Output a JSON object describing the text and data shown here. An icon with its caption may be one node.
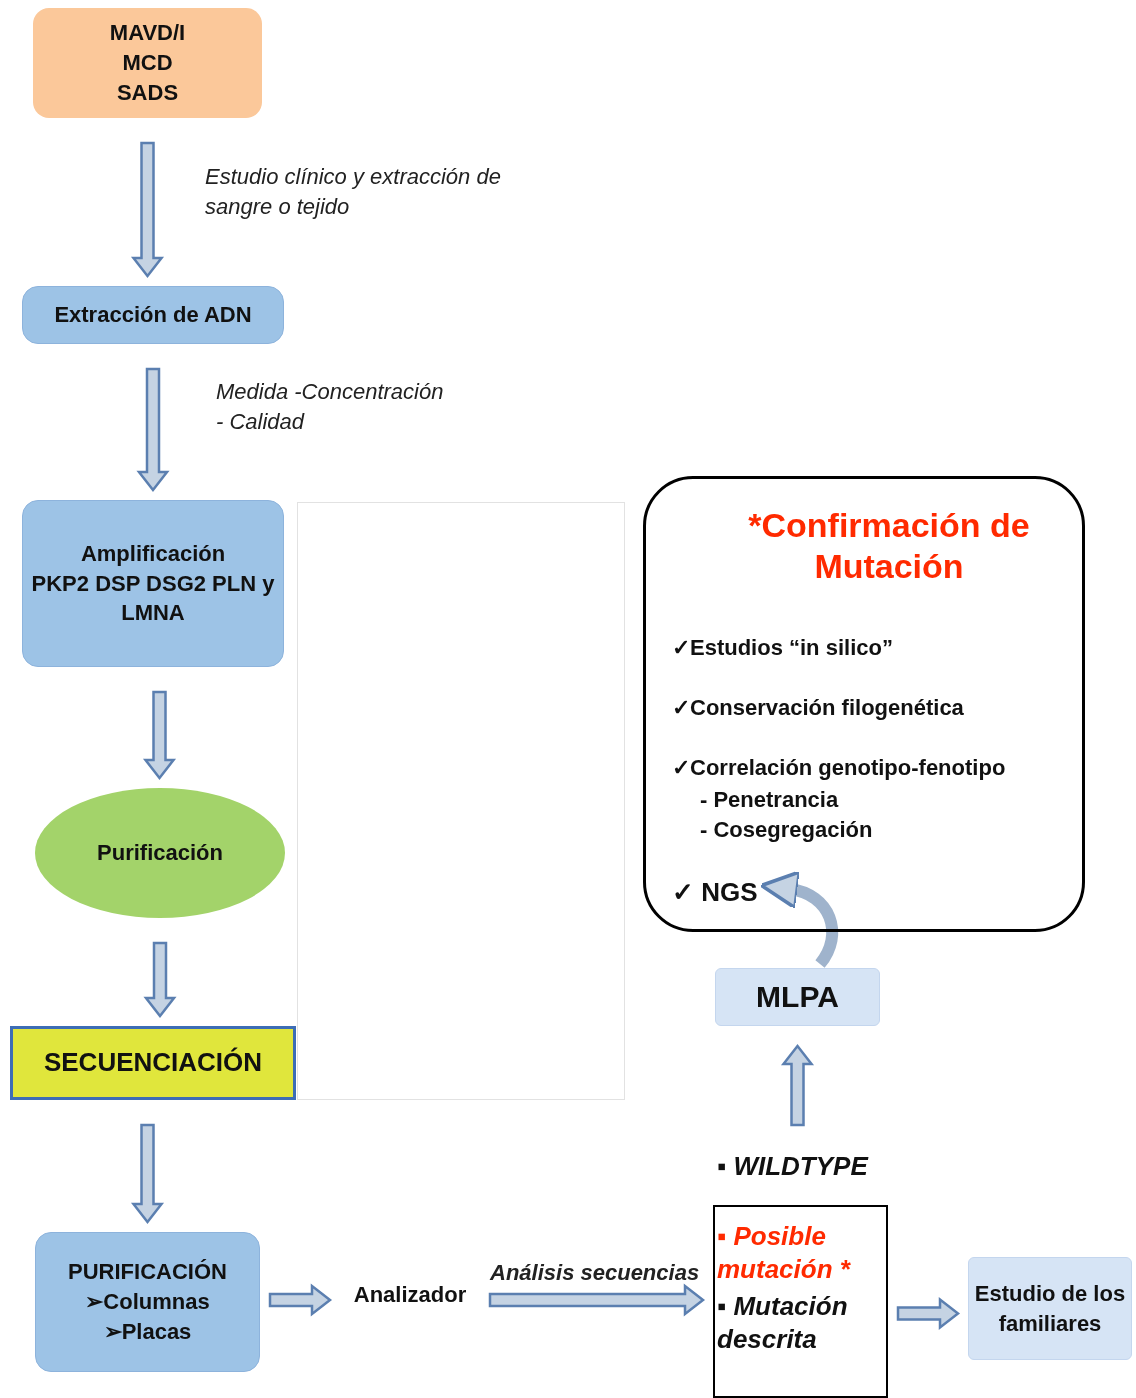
{
  "diagram": {
    "nodes": [
      {
        "text": [
          "MAVD/I MCD SADS"
        ]
      },
      {
        "text": [
          "Extracción de ADN"
        ]
      },
      {
        "text": [
          "Amplificación",
          "PKP2 DSP DSG2 PLN y LMNA"
        ]
      },
      {
        "text": [
          "Purificación"
        ]
      },
      {
        "text": [
          "SECUENCIACIÓN"
        ]
      },
      {
        "text": [
          "PURIFICACIÓN",
          "➢Columnas",
          "➢Placas"
        ]
      },
      {
        "text": [
          "Analizador"
        ]
      },
      {
        "text": [
          "▪ WILDTYPE",
          "▪ Posible mutación *",
          "▪ Mutación descrita"
        ]
      },
      {
        "text": [
          "MLPA"
        ]
      },
      {
        "text": [
          "*Confirmación de Mutación",
          "✓Estudios “in silico”",
          "✓Conservación filogenética",
          "✓Correlación genotipo-fenotipo",
          "- Penetrancia",
          "- Cosegregación",
          "✓ NGS"
        ]
      },
      {
        "text": [
          "Estudio de los familiares"
        ]
      }
    ],
    "edges": [
      {
        "from": 0,
        "to": 1,
        "arrow": "to",
        "label": "Estudio clínico y extracción de sangre o tejido"
      },
      {
        "from": 1,
        "to": 2,
        "arrow": "to",
        "label": "Medida -Concentración - Calidad"
      },
      {
        "from": 2,
        "to": 3,
        "arrow": "to"
      },
      {
        "from": 3,
        "to": 4,
        "arrow": "to"
      },
      {
        "from": 4,
        "to": 5,
        "arrow": "to"
      },
      {
        "from": 5,
        "to": 6,
        "arrow": "to"
      },
      {
        "from": 6,
        "to": 7,
        "arrow": "to",
        "label": "Análisis secuencias"
      },
      {
        "from": 7,
        "to": 8,
        "arrow": "to"
      },
      {
        "from": 8,
        "to": 9,
        "arrow": "to"
      },
      {
        "from": 7,
        "to": 10,
        "arrow": "to"
      }
    ]
  }
}
